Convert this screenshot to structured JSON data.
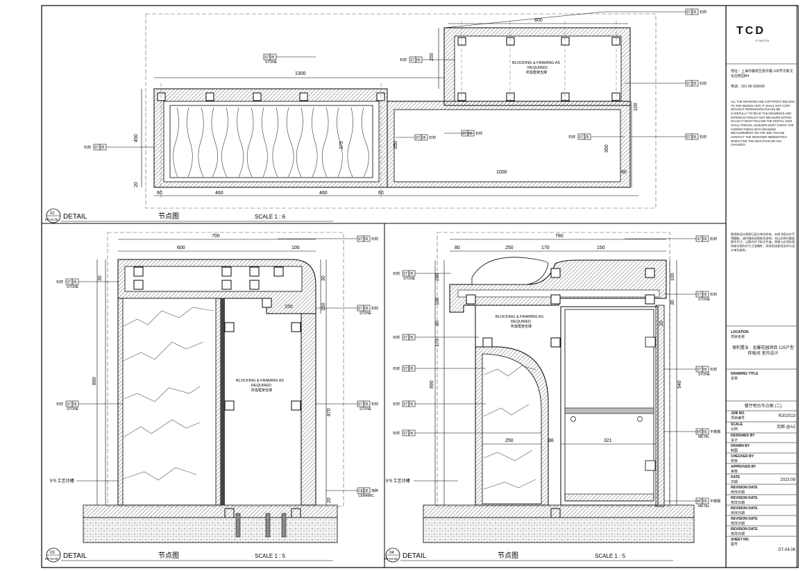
{
  "title_block": {
    "logo": "TCD",
    "logo_sub": "FINEZE",
    "address": "地址：上海市静安区南华路 108号华新文化创意园B4",
    "phone": "电话：021-56 526690",
    "copyright_note": "ALL THE DRAWING AND COPYRIGHT BELONG TO THE DESIGN UNIT, IT SHALL NOT COPY WITHOUT PERMISSION.PLEASE BE CAREFULLY TO READ THE DRAWINGS AND INTRODUCTION,DO NOT MEASURE WITHIN SCALE.IT MUST FOLLOW THE DIGITAL SIGN SHALL PREVAIL, BUILDER MUST CHECK THE CORRECTNESS WITH DRAWING MEASUREMENT ON THE JOB. PLEASE CONTACT THE DESIGNER IMMEDIATELY WHEN FIND THE DEVIATION OR ANY CHANGES.",
    "chinese_note": "图纸和设计版权归设计单位所有，未经书面允许不得翻版。请仔细阅读图纸及说明。勿以比例尺量度图中尺寸，以图内尺寸标注为准。承建人必须在现场核对图内尺寸之准确性，如发现误差须及时与设计单位联系。",
    "location_label": "LOCATION",
    "location_label_cn": "项目名称",
    "location_value": "保利置业 · 龙馨花园项目 125户型样板间 室内设计",
    "drawing_title_label": "DRAWING TITLE",
    "drawing_title_label_cn": "名称",
    "drawing_title_value": "餐厅吧台节点图 (二)",
    "fields": [
      {
        "en": "JOB NO.",
        "cn": "项目编号",
        "value": "R202013"
      },
      {
        "en": "SCALE",
        "cn": "比例",
        "value": "见图 @A2"
      },
      {
        "en": "DESIGNED BY",
        "cn": "设计",
        "value": ""
      },
      {
        "en": "DRAWN BY",
        "cn": "制图",
        "value": ""
      },
      {
        "en": "CHECKED BY",
        "cn": "校核",
        "value": ""
      },
      {
        "en": "APPROVED BY",
        "cn": "审核",
        "value": ""
      },
      {
        "en": "DATE",
        "cn": "日期",
        "value": "2023.08"
      },
      {
        "en": "REVISION DATE",
        "cn": "修改日期",
        "value": ""
      },
      {
        "en": "REVISION DATE",
        "cn": "修改日期",
        "value": ""
      },
      {
        "en": "REVISION DATE",
        "cn": "修改日期",
        "value": ""
      },
      {
        "en": "REVISION DATE",
        "cn": "修改日期",
        "value": ""
      },
      {
        "en": "REVISION DATE",
        "cn": "修改日期",
        "value": ""
      },
      {
        "en": "SHEET NO.",
        "cn": "图号",
        "value": "DT-04.06"
      }
    ]
  },
  "details": [
    {
      "num": "02",
      "sheet": "DT-04.06",
      "label": "DETAIL",
      "cn": "节点图",
      "scale": "SCALE  1 : 6"
    },
    {
      "num": "03",
      "sheet": "DT-04.06",
      "label": "DETAIL",
      "cn": "节点图",
      "scale": "SCALE  1 : 5"
    },
    {
      "num": "04",
      "sheet": "DT-04.06",
      "label": "DETAIL",
      "cn": "节点图",
      "scale": "SCALE  1 : 5"
    }
  ],
  "annotations": {
    "material_tag": "ST",
    "material_code": "05",
    "material_cn": "石材",
    "material_en": "STONE",
    "metal_code": "05",
    "metal_tag": "MT",
    "metal_cn": "不锈钢",
    "metal_en": "METAL",
    "ceramic_tag": "CE",
    "ceramic_code": "05",
    "ceramic_cn": "地砖",
    "ceramic_en": "CERAMIC",
    "blocking_en": "BLOCKING & FRAMING AS",
    "blocking_en2": "REQUIRED",
    "blocking_cn": "所需框架支撑",
    "groove_note": "5*5 工艺凹槽"
  },
  "dimensions": {
    "d02": [
      "800",
      "1300",
      "250",
      "100",
      "450",
      "20",
      "60",
      "460",
      "460",
      "60",
      "1000",
      "60",
      "375",
      "350",
      "350"
    ],
    "d03": [
      "700",
      "600",
      "100",
      "30",
      "150",
      "890",
      "30",
      "150",
      "870",
      "20"
    ],
    "d04": [
      "780",
      "80",
      "250",
      "170",
      "150",
      "280",
      "100",
      "30",
      "170",
      "890",
      "250",
      "321",
      "88",
      "20",
      "940",
      "100",
      "30"
    ]
  }
}
